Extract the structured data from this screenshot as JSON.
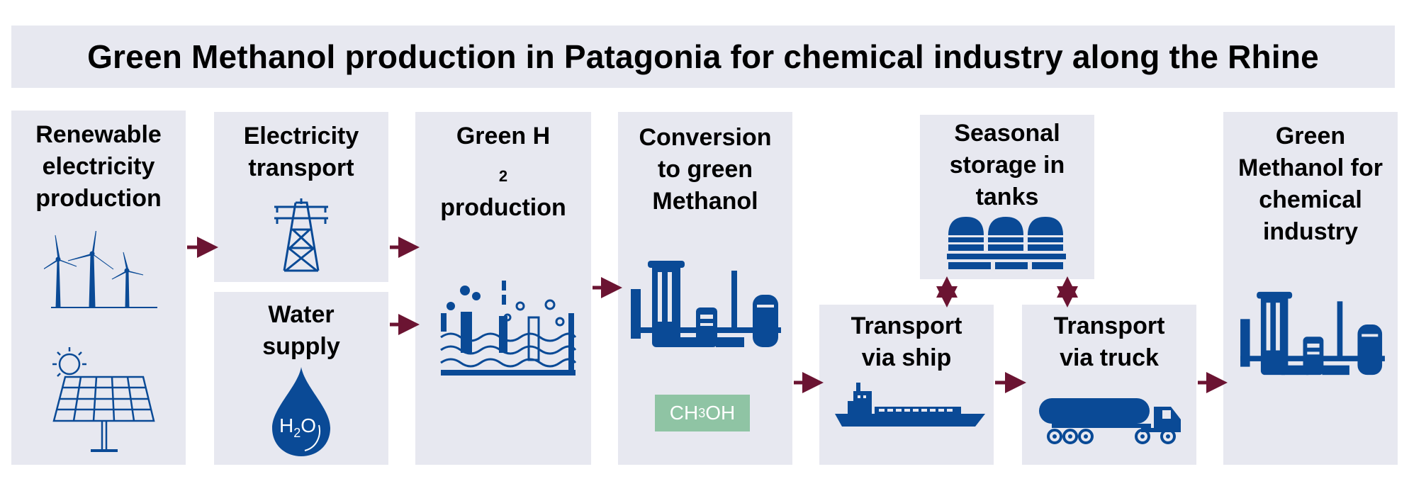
{
  "title": "Green Methanol production in Patagonia for chemical industry along the Rhine",
  "colors": {
    "box": "#e7e8f0",
    "icon": "#0a4a96",
    "arrow": "#6b1432",
    "formula_bg": "#8fc4a4"
  },
  "steps": [
    {
      "id": "renewable",
      "lines": [
        "Renewable",
        "electricity",
        "production"
      ],
      "icons": [
        "wind-turbines-icon",
        "solar-panel-icon"
      ]
    },
    {
      "id": "electricity-transport",
      "lines": [
        "Electricity",
        "transport"
      ],
      "icons": [
        "power-pylon-icon"
      ]
    },
    {
      "id": "water-supply",
      "lines": [
        "Water",
        "supply"
      ],
      "icons": [
        "water-drop-icon"
      ],
      "drop_text": "H",
      "drop_sub": "2",
      "drop_text2": "O"
    },
    {
      "id": "h2-production",
      "line1": "Green H",
      "line1_sub": "2",
      "line2": "production",
      "icons": [
        "electrolysis-icon"
      ]
    },
    {
      "id": "conversion",
      "lines": [
        "Conversion",
        "to green",
        "Methanol"
      ],
      "icons": [
        "chemical-plant-icon"
      ],
      "formula": {
        "a": "CH",
        "sub": "3",
        "b": "OH"
      }
    },
    {
      "id": "seasonal-storage",
      "lines": [
        "Seasonal",
        "storage in",
        "tanks"
      ],
      "icons": [
        "storage-tanks-icon"
      ]
    },
    {
      "id": "ship",
      "lines": [
        "Transport",
        "via ship"
      ],
      "icons": [
        "ship-icon"
      ]
    },
    {
      "id": "truck",
      "lines": [
        "Transport",
        "via truck"
      ],
      "icons": [
        "truck-icon"
      ]
    },
    {
      "id": "chemical-industry",
      "lines": [
        "Green",
        "Methanol for",
        "chemical",
        "industry"
      ],
      "icons": [
        "chemical-plant-icon"
      ]
    }
  ]
}
